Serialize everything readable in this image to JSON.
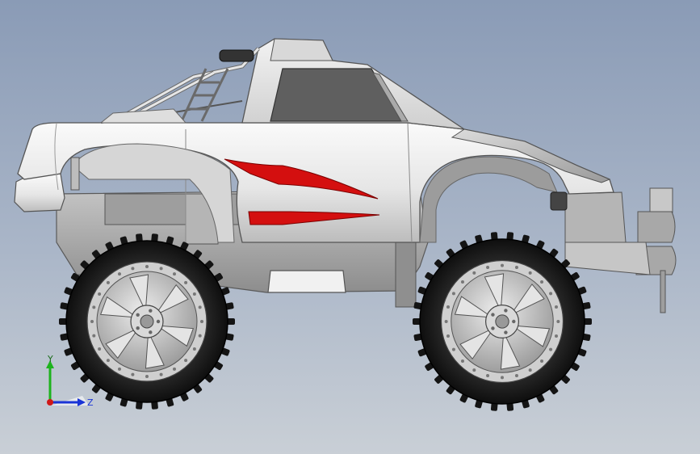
{
  "viewport": {
    "background_top": "#8a9bb6",
    "background_bottom": "#c9cfd6",
    "model": "monster-truck",
    "view": "side"
  },
  "colors": {
    "body": "#e9e9e9",
    "body_shade": "#b9b9b9",
    "chassis": "#a9a9a9",
    "tire": "#1c1c1c",
    "rim": "#bdbdbd",
    "window": "#5f5f5f",
    "decal": "#d40f0f"
  },
  "triad": {
    "y_label": "Y",
    "z_label": "Z",
    "y_color": "#1db31d",
    "z_color": "#1a34d6",
    "x_color": "#d01818"
  }
}
